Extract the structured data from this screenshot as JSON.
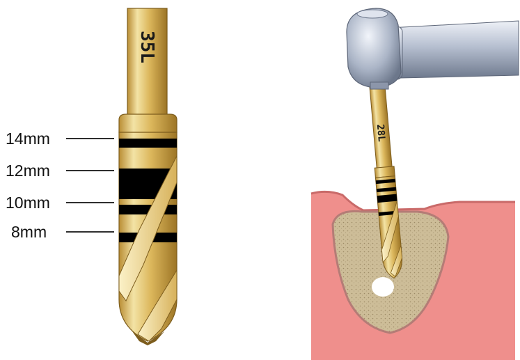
{
  "left_figure": {
    "shaft_marking": "35L",
    "depth_marks": [
      {
        "label": "14mm"
      },
      {
        "label": "12mm"
      },
      {
        "label": "10mm"
      },
      {
        "label": "8mm"
      }
    ]
  },
  "right_figure": {
    "shaft_marking": "28L"
  },
  "colors": {
    "gold_light": "#f3e3a5",
    "gold_mid": "#d9b458",
    "gold_dark": "#9c7425",
    "band_black": "#000000",
    "gingiva": "#ef8f8c",
    "gingiva_dark": "#c96a69",
    "bone": "#cdbd98",
    "handpiece": "#b9c2d3"
  }
}
